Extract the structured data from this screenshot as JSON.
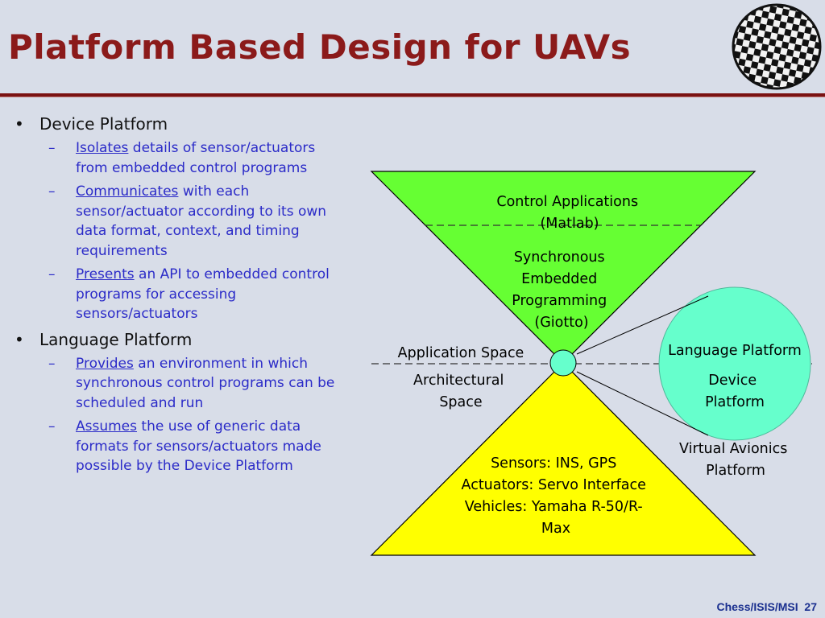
{
  "slide": {
    "title": "Platform Based Design for UAVs",
    "logo_icon": "chessboard-circle-logo"
  },
  "bullets": [
    {
      "mark": "•",
      "text": "Device Platform",
      "subs": [
        {
          "mark": "–",
          "keyword": "Isolates",
          "rest": " details of sensor/actuators from embedded control programs"
        },
        {
          "mark": "–",
          "keyword": "Communicates",
          "rest": " with each sensor/actuator according to its own data format, context, and timing requirements"
        },
        {
          "mark": "–",
          "keyword": "Presents",
          "rest": " an API to embedded control programs for accessing sensors/actuators"
        }
      ]
    },
    {
      "mark": "•",
      "text": "Language Platform",
      "subs": [
        {
          "mark": "–",
          "keyword": "Provides",
          "rest": " an environment in which synchronous control programs can be scheduled and run"
        },
        {
          "mark": "–",
          "keyword": "Assumes",
          "rest": " the use of generic data formats for sensors/actuators made possible by the Device Platform"
        }
      ]
    }
  ],
  "diagram": {
    "top_triangle_lines": [
      "Control Applications",
      "(Matlab)"
    ],
    "sync_lines": [
      "Synchronous",
      "Embedded",
      "Programming",
      "(Giotto)"
    ],
    "application_space": "Application Space",
    "architectural_space_lines": [
      "Architectural",
      "Space"
    ],
    "bottom_triangle_lines": [
      "Sensors: INS, GPS",
      "Actuators: Servo Interface",
      "Vehicles: Yamaha R-50/R-",
      "Max"
    ],
    "language_platform": "Language Platform",
    "device_platform_lines": [
      "Device",
      "Platform"
    ],
    "virtual_avionics_lines": [
      "Virtual Avionics",
      "Platform"
    ],
    "colors": {
      "top_triangle": "#66ff33",
      "bottom_triangle": "#ffff00",
      "circle": "#66ffcc",
      "node": "#66ffcc"
    }
  },
  "footer": {
    "source": "Chess/ISIS/MSI",
    "page_number": "27"
  }
}
